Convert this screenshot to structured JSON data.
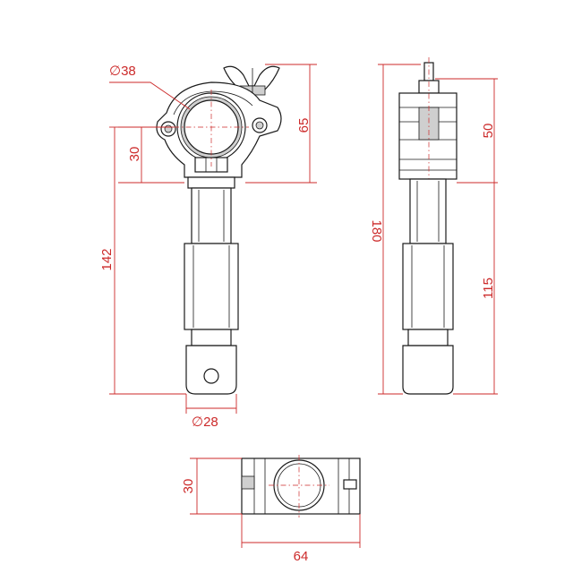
{
  "dimensions": {
    "tube_diameter": "38",
    "clamp_height": "65",
    "clamp_jaw": "30",
    "total_front_height": "142",
    "spigot_diameter": "28",
    "side_top": "50",
    "side_total": "180",
    "side_spigot": "115",
    "bottom_height": "30",
    "bottom_width": "64"
  },
  "diameter_symbol": "∅",
  "colors": {
    "dimension": "#cc2a2a",
    "outline": "#1a1a1a",
    "shade": "#cfcfcf"
  }
}
